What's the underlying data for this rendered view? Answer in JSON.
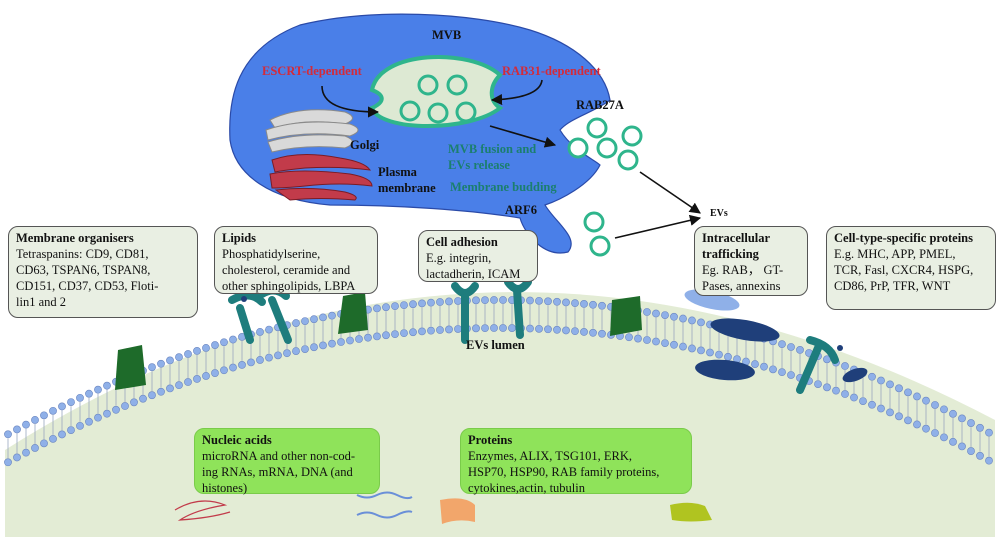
{
  "mvb": {
    "title": "MVB",
    "escrt": "ESCRT-dependent",
    "rab31": "RAB31-dependent",
    "rab27a": "RAB27A",
    "golgi": "Golgi",
    "plasma_line1": "Plasma",
    "plasma_line2": "membrane",
    "fusion_line1": "MVB fusion and",
    "fusion_line2": "EVs release",
    "budding": "Membrane budding",
    "arf6": "ARF6",
    "evs": "EVs"
  },
  "boxes": {
    "membrane_organisers": {
      "title": "Membrane organisers",
      "lines": [
        "Tetraspanins: CD9, CD81,",
        "CD63, TSPAN6, TSPAN8,",
        "CD151, CD37,  CD53, Floti-",
        "lin1 and 2"
      ]
    },
    "lipids": {
      "title": "Lipids",
      "lines": [
        "Phosphatidylserine,",
        "cholesterol, ceramide and",
        "other sphingolipids, LBPA"
      ]
    },
    "cell_adhesion": {
      "title": "Cell adhesion",
      "lines": [
        "E.g. integrin,",
        "lactadherin, ICAM"
      ]
    },
    "intracellular": {
      "title_line1": "Intracellular",
      "title_line2": "trafficking",
      "lines": [
        "Eg. RAB， GT-",
        "Pases, annexins"
      ]
    },
    "cell_type": {
      "title": "Cell-type-specific proteins",
      "lines": [
        "E.g. MHC, APP, PMEL,",
        "TCR, Fasl, CXCR4, HSPG,",
        "CD86, PrP, TFR, WNT"
      ]
    },
    "nucleic": {
      "title": "Nucleic acids",
      "lines": [
        "microRNA and other non-cod-",
        "ing RNAs, mRNA, DNA (and",
        "histones)"
      ]
    },
    "proteins": {
      "title": "Proteins",
      "lines": [
        "Enzymes, ALIX, TSG101, ERK,",
        "HSP70, HSP90, RAB family proteins,",
        "cytokines,actin, tubulin"
      ]
    }
  },
  "lumen_label": "EVs lumen",
  "colors": {
    "mvb_fill": "#4a7fe8",
    "vesicle": "#2fb58c",
    "membrane_head": "#8fb0e8",
    "lumen_fill": "#e3ecd5",
    "protein_dark_green": "#1e6b2a",
    "receptor_teal": "#1e7d7d",
    "label_red": "#d32b3a",
    "label_teal": "#1b7f6e"
  }
}
